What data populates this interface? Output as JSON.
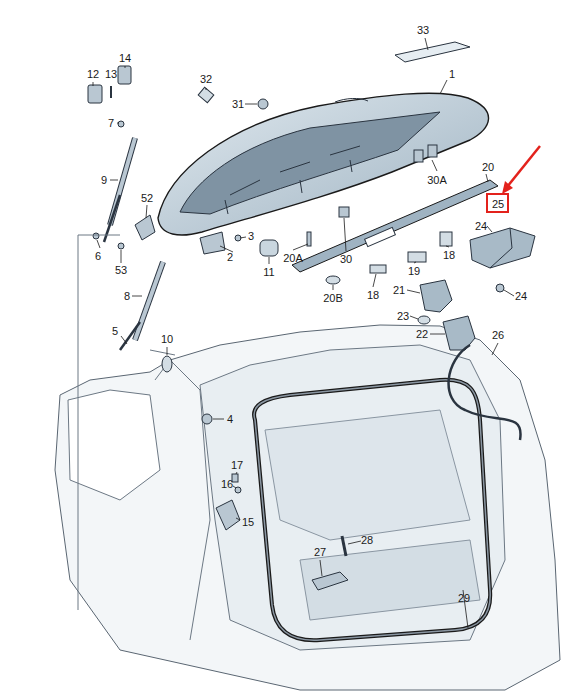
{
  "diagram": {
    "nodes": [
      {
        "text": [
          "25"
        ]
      }
    ],
    "labels": [
      "33",
      "1",
      "14",
      "12",
      "13",
      "32",
      "31",
      "7",
      "9",
      "52",
      "3",
      "2",
      "11",
      "6",
      "53",
      "8",
      "30A",
      "30",
      "20",
      "20A",
      "20B",
      "24",
      "19",
      "18",
      "18",
      "24",
      "21",
      "23",
      "22",
      "26",
      "10",
      "5",
      "4",
      "17",
      "16",
      "15",
      "27",
      "28",
      "29"
    ]
  }
}
